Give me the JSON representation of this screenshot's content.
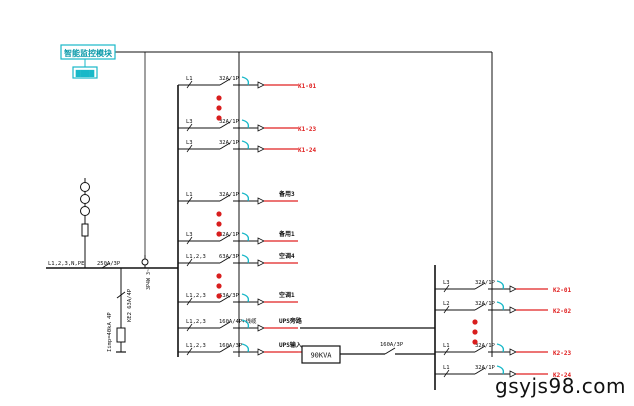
{
  "module": {
    "title": "智能监控模块",
    "screen_text": "████"
  },
  "incoming": {
    "phase_label": "L1,2,3,N,PE",
    "main_breaker": "250A/3P",
    "spd_label": "KE2 63A/4P",
    "surge_label": "Iimp=40kA 4P",
    "meter_label": "3P4W 3~"
  },
  "left_branches": [
    {
      "phase": "L1",
      "rating": "32A/1P",
      "circuit": "K1-01"
    },
    {
      "phase": "L3",
      "rating": "32A/1P",
      "circuit": "K1-23"
    },
    {
      "phase": "L3",
      "rating": "32A/1P",
      "circuit": "K1-24"
    },
    {
      "phase": "L1",
      "rating": "32A/1P",
      "circuit": "备用3"
    },
    {
      "phase": "L3",
      "rating": "32A/1P",
      "circuit": "备用1"
    },
    {
      "phase": "L1,2,3",
      "rating": "63A/3P",
      "circuit": "空调4"
    },
    {
      "phase": "L1,2,3",
      "rating": "63A/3P",
      "circuit": "空调1"
    },
    {
      "phase": "L1,2,3",
      "rating": "160A/4P+线缆",
      "circuit": "UPS旁路"
    },
    {
      "phase": "L1,2,3",
      "rating": "160A/3P",
      "circuit": "UPS输入"
    }
  ],
  "ups": {
    "label": "90KVA",
    "out_breaker": "160A/3P"
  },
  "right_branches": [
    {
      "phase": "L3",
      "rating": "32A/1P",
      "circuit": "K2-01"
    },
    {
      "phase": "L2",
      "rating": "32A/1P",
      "circuit": "K2-02"
    },
    {
      "phase": "L1",
      "rating": "32A/1P",
      "circuit": "K2-23"
    },
    {
      "phase": "L1",
      "rating": "32A/1P",
      "circuit": "K2-24"
    }
  ],
  "watermark": "gsyjs98.com",
  "colors": {
    "wire": "#111111",
    "feeder": "#e02020",
    "module": "#18b8c8",
    "dot": "#d81e1e",
    "arrow": "#18b8c8"
  }
}
